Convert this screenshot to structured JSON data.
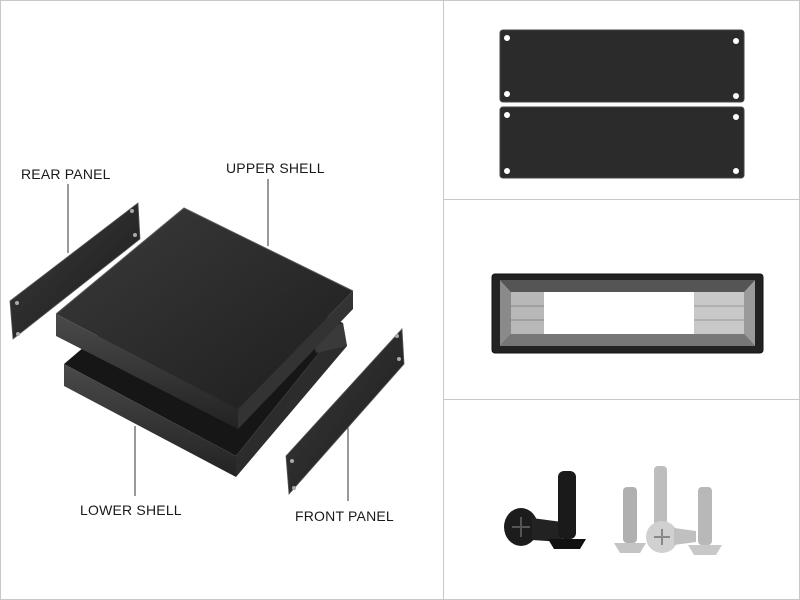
{
  "labels": {
    "rear_panel": "REAR PANEL",
    "upper_shell": "UPPER SHELL",
    "lower_shell": "LOWER SHELL",
    "front_panel": "FRONT PANEL"
  },
  "colors": {
    "metal_dark": "#2a2a2a",
    "metal_edge": "#505050",
    "screw_black": "#1c1c1c",
    "screw_steel": "#c4c4c4",
    "border": "#c8c8c8"
  }
}
